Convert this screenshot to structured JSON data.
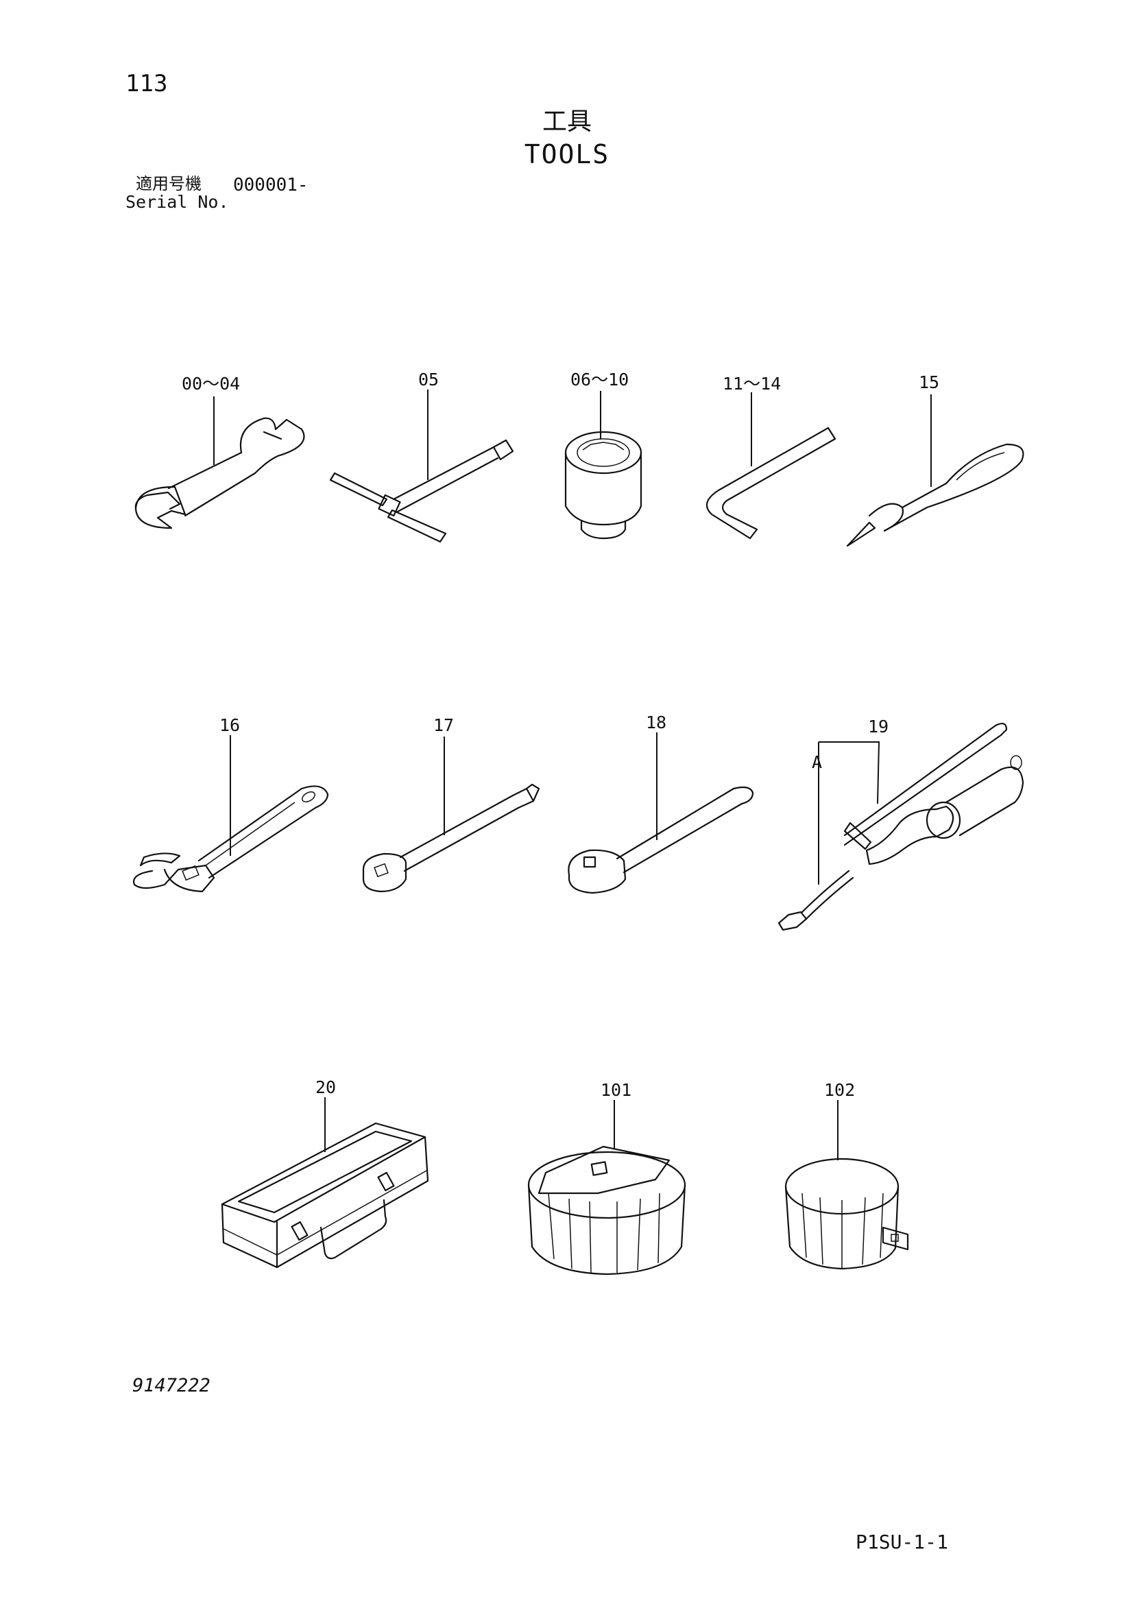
{
  "page": {
    "number": "113",
    "title_jp": "工具",
    "title_en": "TOOLS",
    "serial_label_jp": "適用号機",
    "serial_value": "000001-",
    "serial_label_en": "Serial No.",
    "drawing_number": "9147222",
    "sheet_code": "P1SU-1-1"
  },
  "parts": [
    {
      "label": "00～04",
      "tool": "open-end-wrench"
    },
    {
      "label": "05",
      "tool": "t-handle-wrench"
    },
    {
      "label": "06～10",
      "tool": "socket"
    },
    {
      "label": "11～14",
      "tool": "hex-key"
    },
    {
      "label": "15",
      "tool": "screwdriver"
    },
    {
      "label": "16",
      "tool": "adjustable-wrench"
    },
    {
      "label": "17",
      "tool": "extension-bar"
    },
    {
      "label": "18",
      "tool": "ratchet-handle"
    },
    {
      "label": "19",
      "tool": "grease-gun"
    },
    {
      "label": "A",
      "tool": "grease-gun-nozzle"
    },
    {
      "label": "20",
      "tool": "tool-box"
    },
    {
      "label": "101",
      "tool": "filter-wrench-cap"
    },
    {
      "label": "102",
      "tool": "filter-wrench-band"
    }
  ]
}
